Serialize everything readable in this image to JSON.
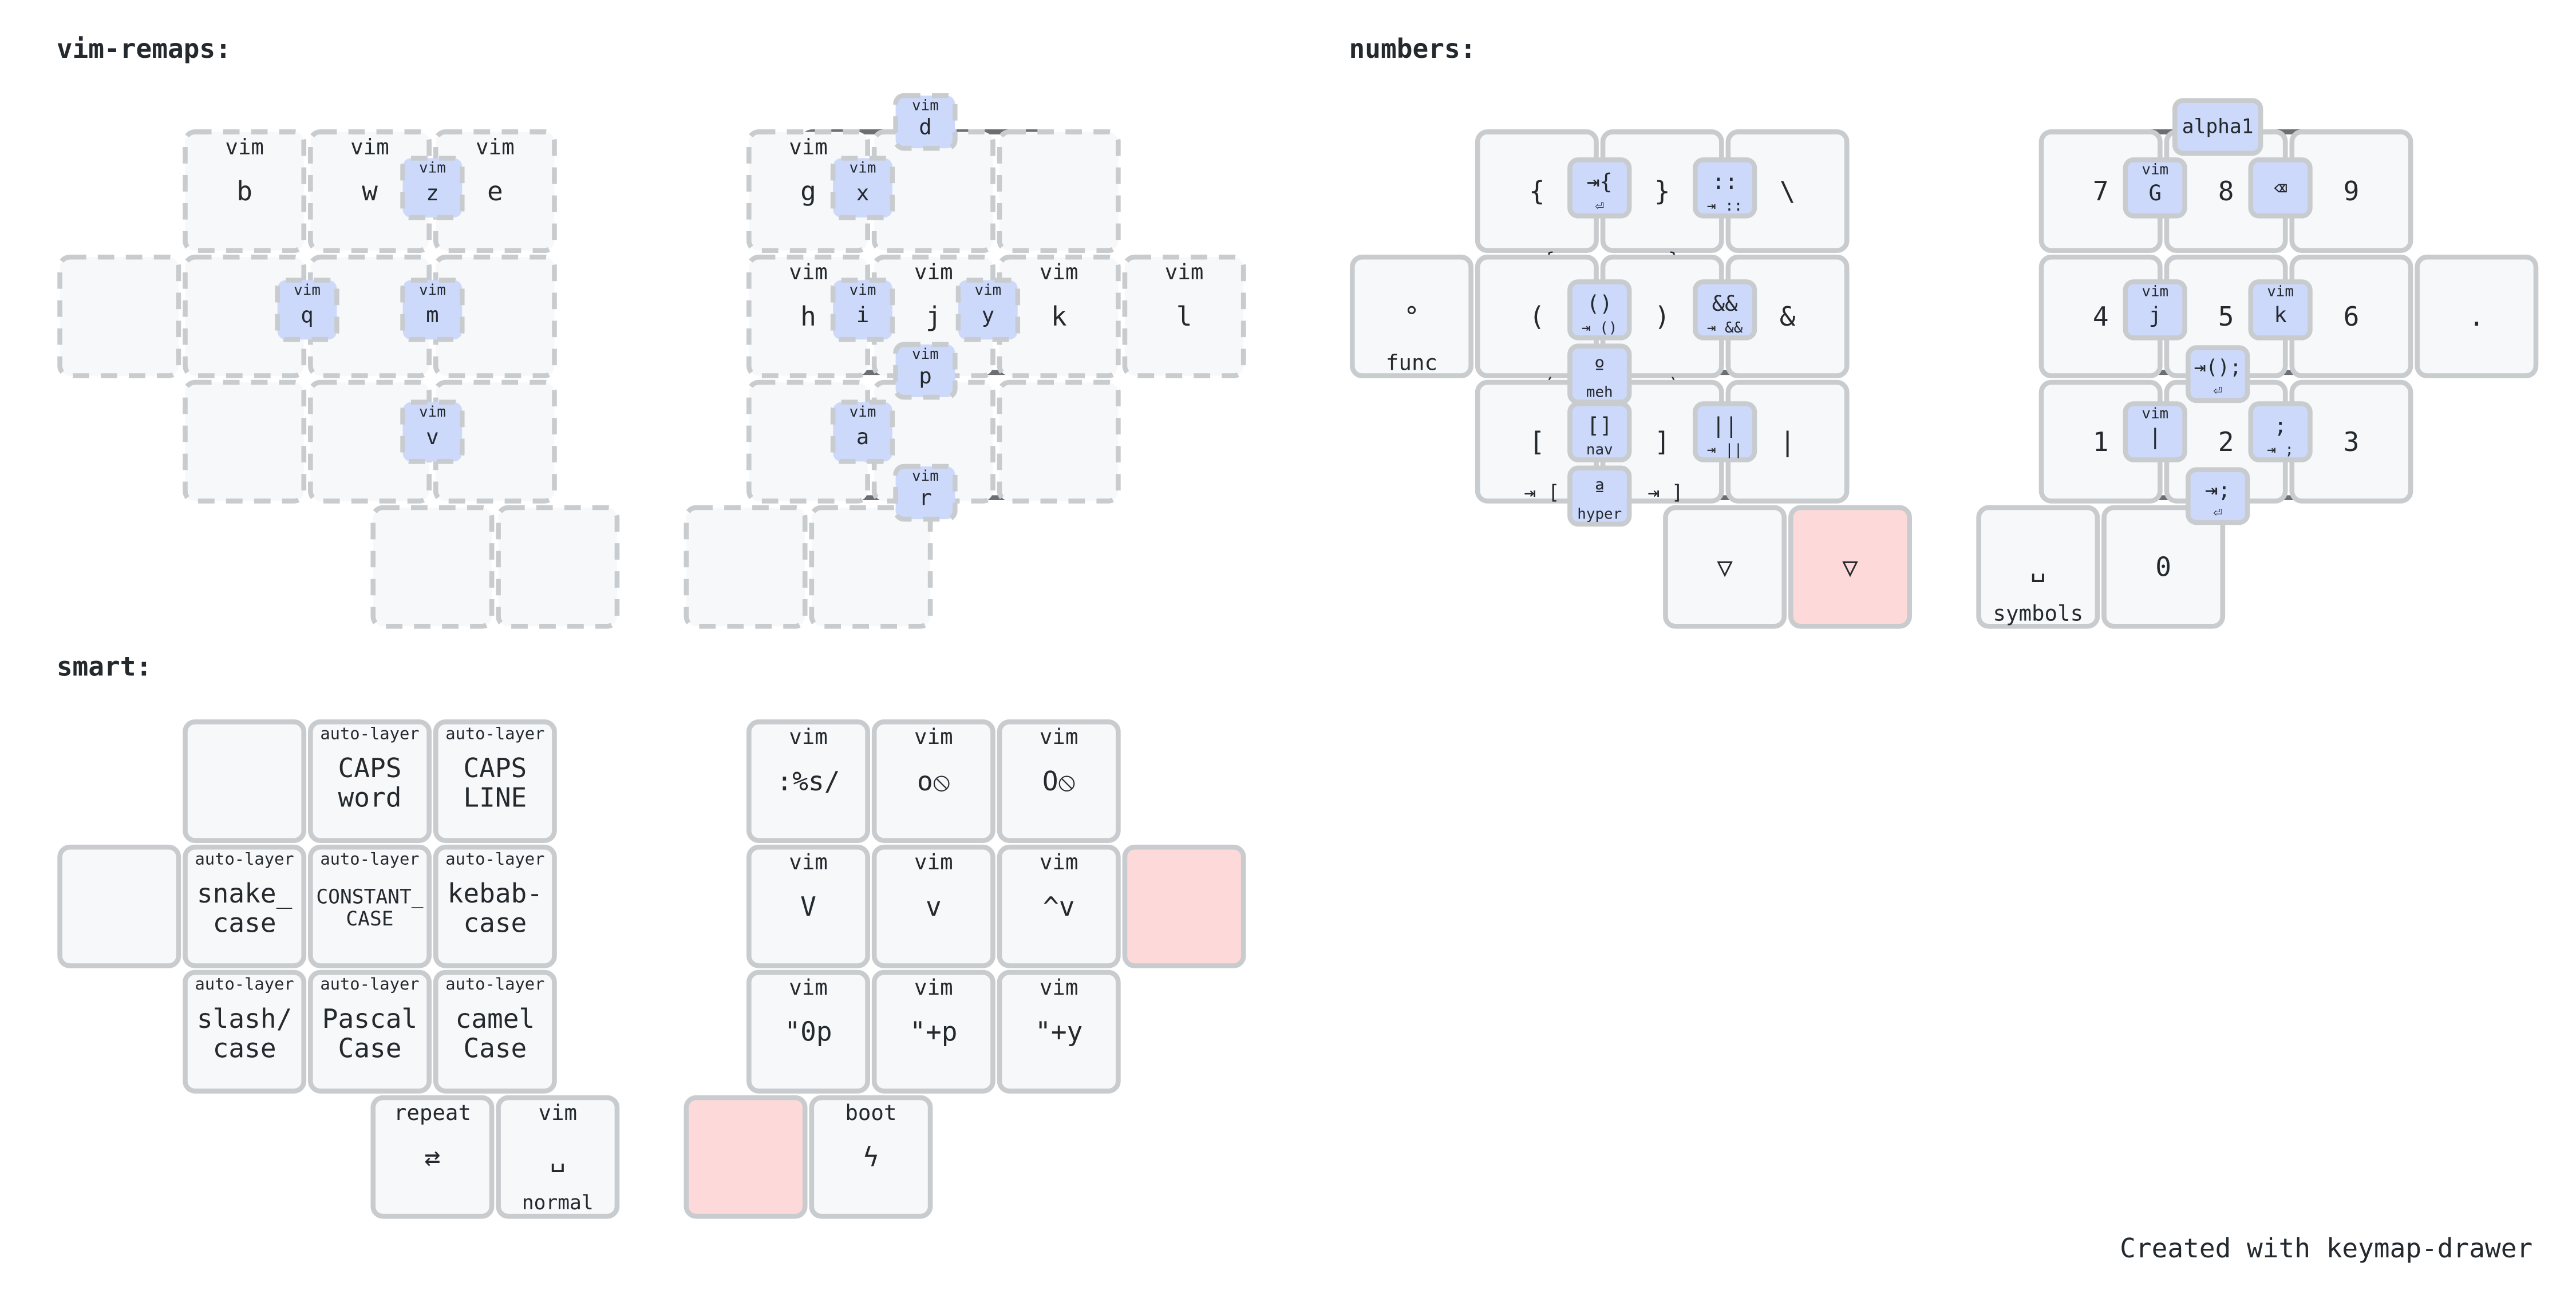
{
  "footer": "Created with keymap-drawer",
  "layers": [
    {
      "name": "vim-remaps:",
      "keys": [
        {
          "tap": "b",
          "hold": "vim",
          "trans": true
        },
        {
          "tap": "w",
          "hold": "vim",
          "trans": true
        },
        {
          "tap": "e",
          "hold": "vim",
          "trans": true
        },
        {
          "tap": "",
          "trans": true
        },
        {
          "tap": "",
          "trans": true
        },
        {
          "tap": "",
          "trans": true
        },
        {
          "tap": "",
          "trans": true
        },
        {
          "tap": "",
          "trans": true
        },
        {
          "tap": "",
          "trans": true
        },
        {
          "tap": "",
          "trans": true
        },
        {
          "tap": "",
          "trans": true
        },
        {
          "tap": "",
          "trans": true
        },
        {
          "tap": "g",
          "hold": "vim",
          "trans": true
        },
        {
          "tap": "",
          "trans": true
        },
        {
          "tap": "",
          "trans": true
        },
        {
          "tap": "h",
          "hold": "vim",
          "trans": true
        },
        {
          "tap": "j",
          "hold": "vim",
          "trans": true
        },
        {
          "tap": "k",
          "hold": "vim",
          "trans": true
        },
        {
          "tap": "l",
          "hold": "vim",
          "trans": true
        },
        {
          "tap": "",
          "trans": true
        },
        {
          "tap": "",
          "trans": true
        },
        {
          "tap": "",
          "trans": true
        },
        {
          "tap": "",
          "trans": true
        },
        {
          "tap": "",
          "trans": true
        }
      ],
      "combos": [
        {
          "tap": "z",
          "hold": "vim",
          "trans": true
        },
        {
          "tap": "q",
          "hold": "vim",
          "trans": true
        },
        {
          "tap": "m",
          "hold": "vim",
          "trans": true
        },
        {
          "tap": "v",
          "hold": "vim",
          "trans": true
        },
        {
          "tap": "d",
          "hold": "vim",
          "trans": true
        },
        {
          "tap": "x",
          "hold": "vim",
          "trans": true
        },
        {
          "tap": "i",
          "hold": "vim",
          "trans": true
        },
        {
          "tap": "y",
          "hold": "vim",
          "trans": true
        },
        {
          "tap": "p",
          "hold": "vim",
          "trans": true
        },
        {
          "tap": "a",
          "hold": "vim",
          "trans": true
        },
        {
          "tap": "r",
          "hold": "vim",
          "trans": true
        }
      ]
    },
    {
      "name": "numbers:",
      "keys": [
        {
          "tap": "{",
          "shifted": "⇥ {"
        },
        {
          "tap": "}",
          "shifted": "⇥ }"
        },
        {
          "tap": "\\"
        },
        {
          "tap": "°",
          "hold": "func"
        },
        {
          "tap": "(",
          "shifted": "⇥ ("
        },
        {
          "tap": ")",
          "shifted": "⇥ )"
        },
        {
          "tap": "&"
        },
        {
          "tap": "["
        },
        {
          "tap": "]"
        },
        {
          "tap": "|"
        },
        {
          "tap": "▽"
        },
        {
          "tap": "▽",
          "held": true
        },
        {
          "tap": "7"
        },
        {
          "tap": "8"
        },
        {
          "tap": "9"
        },
        {
          "tap": "4"
        },
        {
          "tap": "5"
        },
        {
          "tap": "6"
        },
        {
          "tap": "."
        },
        {
          "tap": "1"
        },
        {
          "tap": "2"
        },
        {
          "tap": "3"
        },
        {
          "tap": "␣",
          "hold": "symbols"
        },
        {
          "tap": "0"
        }
      ],
      "extra_labels": [
        {
          "text": "⇥ ["
        },
        {
          "text": "⇥ ]"
        }
      ],
      "combos": [
        {
          "tap": "⇥{",
          "hold": "⏎"
        },
        {
          "tap": "::",
          "hold": "⇥ ::"
        },
        {
          "tap": "()",
          "hold": "⇥ ()"
        },
        {
          "tap": "&&",
          "hold": "⇥ &&"
        },
        {
          "tap": "º",
          "hold": "meh"
        },
        {
          "tap": "[]",
          "hold": "nav"
        },
        {
          "tap": "||",
          "hold": "⇥ ||"
        },
        {
          "tap": "ª",
          "hold": "hyper"
        },
        {
          "tap": "alpha1"
        },
        {
          "tap": "G",
          "hold": "vim"
        },
        {
          "tap": "⌫"
        },
        {
          "tap": "j",
          "hold": "vim"
        },
        {
          "tap": "k",
          "hold": "vim"
        },
        {
          "tap": "⇥();",
          "hold": "⏎"
        },
        {
          "tap": "|",
          "hold": "vim"
        },
        {
          "tap": ";",
          "hold": "⇥ ;"
        },
        {
          "tap": "⇥;",
          "hold": "⏎"
        }
      ]
    },
    {
      "name": "smart:",
      "keys": [
        {
          "tap": ""
        },
        {
          "tap": "CAPS\nword",
          "hold": "auto-layer"
        },
        {
          "tap": "CAPS\nLINE",
          "hold": "auto-layer"
        },
        {
          "tap": ""
        },
        {
          "tap": "snake_\ncase",
          "hold": "auto-layer"
        },
        {
          "tap": "CONSTANT_\nCASE",
          "hold": "auto-layer"
        },
        {
          "tap": "kebab-\ncase",
          "hold": "auto-layer"
        },
        {
          "tap": "slash/\ncase",
          "hold": "auto-layer"
        },
        {
          "tap": "Pascal\nCase",
          "hold": "auto-layer"
        },
        {
          "tap": "camel\nCase",
          "hold": "auto-layer"
        },
        {
          "tap": "⇄",
          "hold": "repeat"
        },
        {
          "tap": "␣",
          "hold": "vim",
          "shifted": "normal"
        },
        {
          "tap": ":%s/",
          "hold": "vim"
        },
        {
          "tap": "o⦸",
          "hold": "vim"
        },
        {
          "tap": "O⦸",
          "hold": "vim"
        },
        {
          "tap": "V",
          "hold": "vim"
        },
        {
          "tap": "v",
          "hold": "vim"
        },
        {
          "tap": "^v",
          "hold": "vim"
        },
        {
          "tap": "",
          "held": true
        },
        {
          "tap": "\"0p",
          "hold": "vim"
        },
        {
          "tap": "\"+p",
          "hold": "vim"
        },
        {
          "tap": "\"+y",
          "hold": "vim"
        },
        {
          "tap": "",
          "held": true
        },
        {
          "tap": "ϟ",
          "hold": "boot"
        }
      ],
      "combos": []
    }
  ]
}
